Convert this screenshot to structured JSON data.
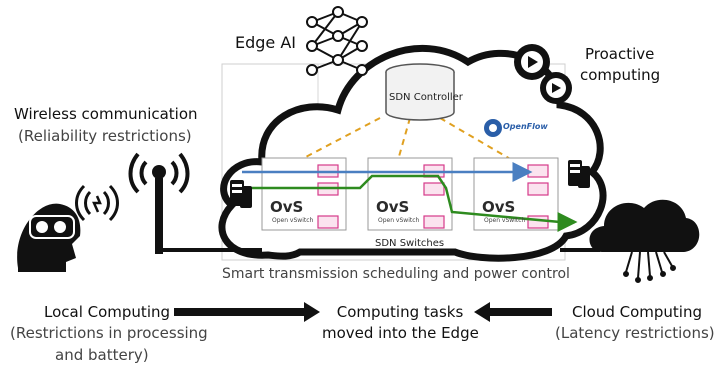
{
  "edge_ai": {
    "label": "Edge AI"
  },
  "proactive": {
    "line1": "Proactive",
    "line2": "computing"
  },
  "wireless": {
    "title": "Wireless communication",
    "subtitle": "(Reliability restrictions)"
  },
  "sdn": {
    "controller_label": "SDN Controller",
    "openflow_label": "OpenFlow",
    "switches_label": "SDN Switches",
    "ovs_logo": "OvS",
    "ovs_caption": "Open vSwitch"
  },
  "smart_transmission": "Smart transmission scheduling and power control",
  "local": {
    "title": "Local Computing",
    "line1": "(Restrictions in processing",
    "line2": "and  battery)"
  },
  "center": {
    "line1": "Computing tasks",
    "line2": "moved into the Edge"
  },
  "cloud": {
    "title": "Cloud Computing",
    "subtitle": "(Latency restrictions)"
  },
  "colors": {
    "blue_path": "#4a7fc1",
    "green_path": "#2e8b1f",
    "dashed_links": "#e0a020",
    "switch_port": "#d63a8a"
  },
  "icons": [
    "neural-network-icon",
    "gears-play-icon",
    "vr-headset-user-icon",
    "wireless-signal-icon",
    "antenna-tower-icon",
    "server-icon",
    "cloud-icon",
    "openflow-logo"
  ]
}
